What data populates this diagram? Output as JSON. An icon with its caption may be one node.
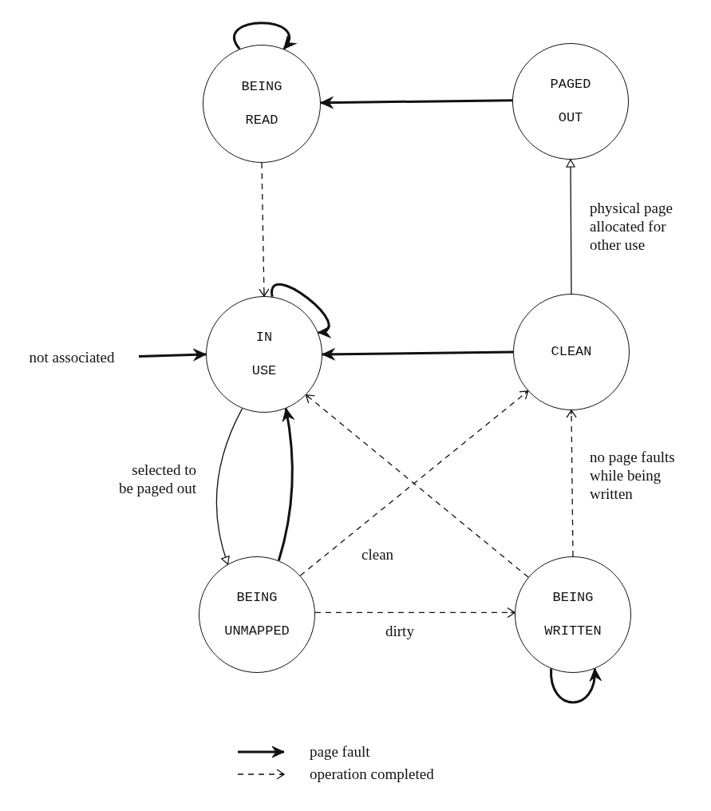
{
  "diagram": {
    "nodes": [
      {
        "text": [
          "BEING READ"
        ]
      },
      {
        "text": [
          "PAGED OUT"
        ]
      },
      {
        "text": [
          "not associated"
        ]
      },
      {
        "text": [
          "IN USE"
        ]
      },
      {
        "text": [
          "CLEAN"
        ]
      },
      {
        "text": [
          "BEING UNMAPPED"
        ]
      },
      {
        "text": [
          "BEING WRITTEN"
        ]
      }
    ],
    "edges": [
      {
        "from": 0,
        "to": 0,
        "arrow": "to",
        "style": "thick"
      },
      {
        "from": 1,
        "to": 0,
        "arrow": "to",
        "style": "thick"
      },
      {
        "from": 0,
        "to": 3,
        "arrow": "to",
        "style": "dashed"
      },
      {
        "from": 3,
        "to": 3,
        "arrow": "to",
        "style": "thick"
      },
      {
        "from": 2,
        "to": 3,
        "arrow": "to",
        "style": "thick"
      },
      {
        "from": 4,
        "to": 3,
        "arrow": "to",
        "style": "thick"
      },
      {
        "from": 4,
        "to": 1,
        "arrow": "to",
        "label": "physical page allocated for other use"
      },
      {
        "from": 3,
        "to": 5,
        "arrow": "to",
        "label": "selected to be paged out"
      },
      {
        "from": 5,
        "to": 3,
        "arrow": "to",
        "style": "thick"
      },
      {
        "from": 5,
        "to": 4,
        "arrow": "to",
        "style": "dashed",
        "label": "clean"
      },
      {
        "from": 5,
        "to": 6,
        "arrow": "to",
        "style": "dashed",
        "label": "dirty"
      },
      {
        "from": 6,
        "to": 3,
        "arrow": "to",
        "style": "dashed"
      },
      {
        "from": 6,
        "to": 4,
        "arrow": "to",
        "style": "dashed",
        "label": "no page faults while being written"
      },
      {
        "from": 6,
        "to": 6,
        "arrow": "to",
        "style": "thick"
      }
    ],
    "legend": [
      {
        "text": "page fault"
      },
      {
        "text": "operation completed"
      }
    ]
  }
}
